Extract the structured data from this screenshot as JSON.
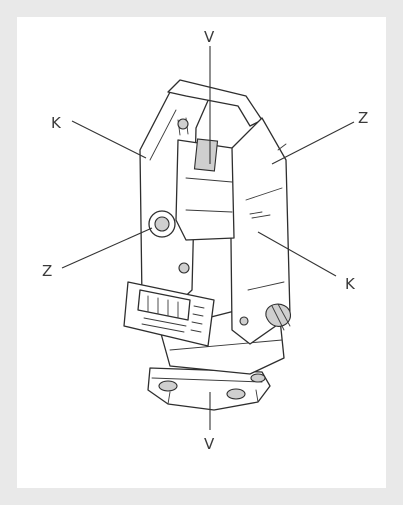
{
  "labels": {
    "top_v": "V",
    "bottom_v": "V",
    "upper_left_k": "K",
    "right_k": "K",
    "upper_right_z": "Z",
    "left_z": "Z"
  },
  "colors": {
    "background": "#e9e9e9",
    "panel": "#ffffff",
    "ink": "#2e2e2e"
  }
}
